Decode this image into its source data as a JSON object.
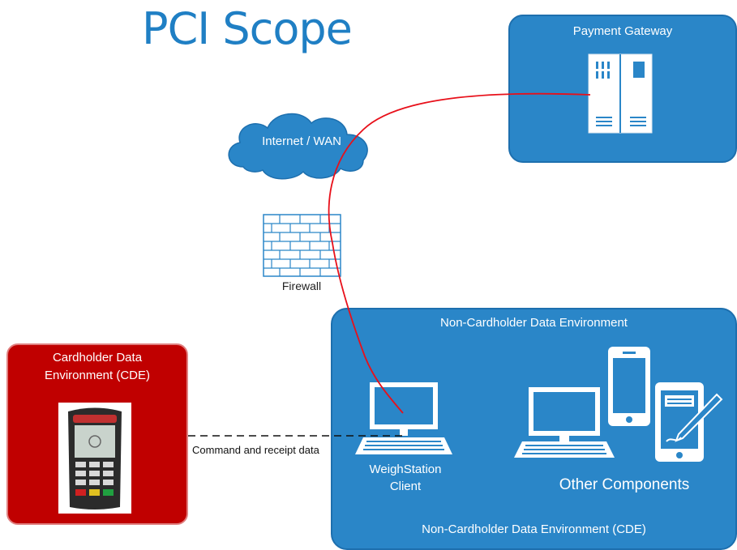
{
  "title": "PCI Scope",
  "payment_gateway": {
    "label": "Payment Gateway"
  },
  "cloud": {
    "label": "Internet / WAN"
  },
  "firewall": {
    "label": "Firewall"
  },
  "ncde_zone": {
    "top_label": "Non-Cardholder Data Environment",
    "bottom_label": "Non-Cardholder Data Environment (CDE)",
    "client_label_line1": "WeighStation",
    "client_label_line2": "Client",
    "other_label": "Other Components"
  },
  "cde_zone": {
    "label_line1": "Cardholder Data",
    "label_line2": "Environment (CDE)"
  },
  "connection": {
    "label": "Command and receipt data"
  },
  "colors": {
    "title": "#1f7fc4",
    "zone_blue": "#2a86c8",
    "zone_red": "#c00000",
    "path_red": "#e8101a"
  },
  "icons": [
    "server-icon",
    "cloud-icon",
    "firewall-icon",
    "desktop-icon",
    "smartphone-icon",
    "tablet-pen-icon",
    "payment-terminal-icon"
  ]
}
